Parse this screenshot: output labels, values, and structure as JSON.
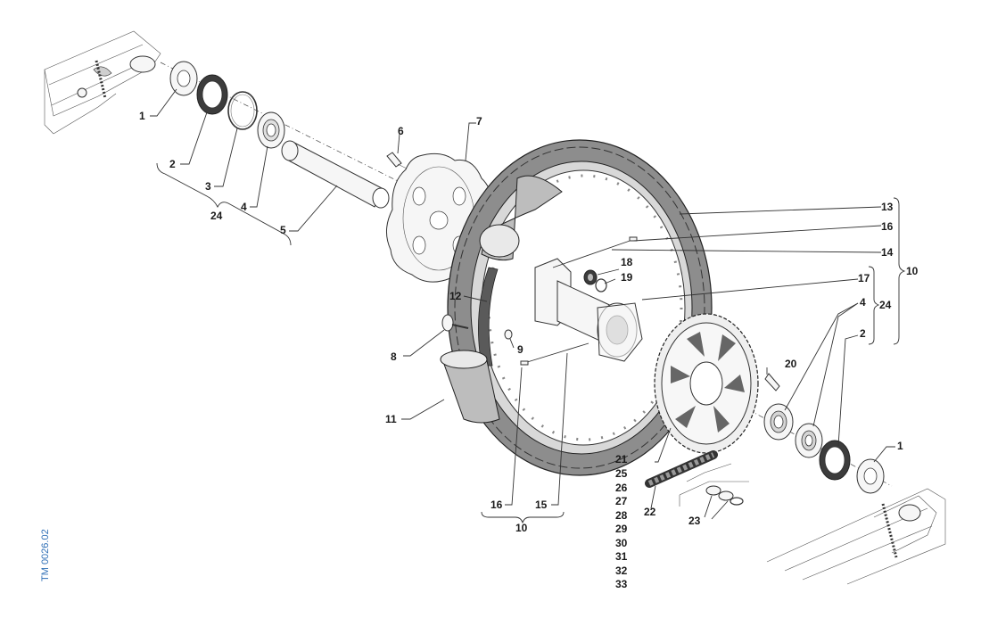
{
  "diagram": {
    "document_id": "TM 0026.02",
    "callouts": {
      "c1a": "1",
      "c2a": "2",
      "c3": "3",
      "c4a": "4",
      "c24a": "24",
      "c5": "5",
      "c6": "6",
      "c7": "7",
      "c12": "12",
      "c8": "8",
      "c9": "9",
      "c11": "11",
      "c13": "13",
      "c16a": "16",
      "c14": "14",
      "c10a": "10",
      "c18": "18",
      "c19": "19",
      "c17": "17",
      "c4b": "4",
      "c24b": "24",
      "c2b": "2",
      "c20": "20",
      "c1b": "1",
      "c16b": "16",
      "c15": "15",
      "c10b": "10",
      "c22": "22",
      "c23": "23"
    },
    "sprocket_stack": [
      "21",
      "25",
      "26",
      "27",
      "28",
      "29",
      "30",
      "31",
      "32",
      "33"
    ]
  }
}
